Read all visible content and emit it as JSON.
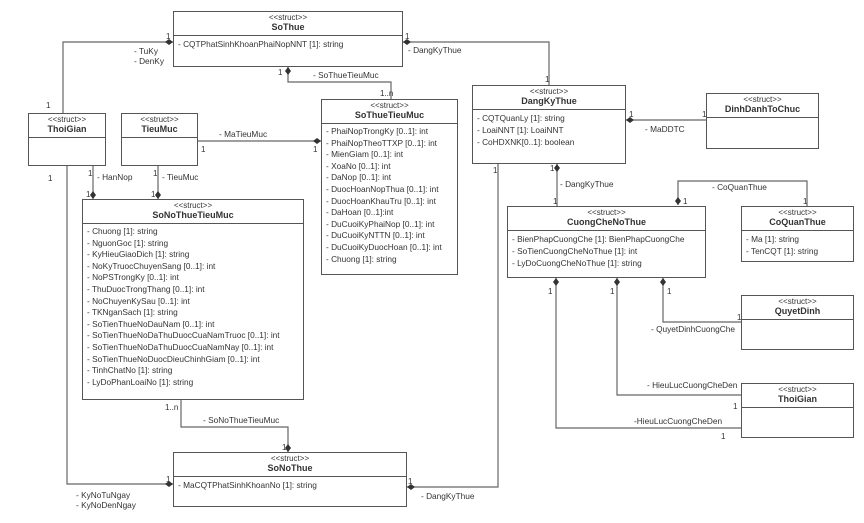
{
  "classes": {
    "SoThue": {
      "stereotype": "<<struct>>",
      "name": "SoThue",
      "attrs": [
        "- CQTPhatSinhKhoanPhaiNopNNT [1]: string"
      ]
    },
    "ThoiGian": {
      "stereotype": "<<struct>>",
      "name": "ThoiGian",
      "attrs": []
    },
    "TieuMuc": {
      "stereotype": "<<struct>>",
      "name": "TieuMuc",
      "attrs": []
    },
    "SoThueTieuMuc": {
      "stereotype": "<<struct>>",
      "name": "SoThueTieuMuc",
      "attrs": [
        "- PhaiNopTrongKy [0..1]: int",
        "- PhaiNopTheoTTXP [0..1]: int",
        "- MienGiam [0..1]: int",
        "- XoaNo [0..1]: int",
        "- DaNop [0..1]: int",
        "- DuocHoanNopThua [0..1]: int",
        "- DuocHoanKhauTru [0..1]: int",
        "- DaHoan [0..1]:int",
        "- DuCuoiKyPhaiNop [0..1]: int",
        "- DuCuoiKyNTTN [0..1]: int",
        "- DuCuoiKyDuocHoan [0..1]: int",
        "- Chuong [1]: string"
      ]
    },
    "SoNoThueTieuMuc": {
      "stereotype": "<<struct>>",
      "name": "SoNoThueTieuMuc",
      "attrs": [
        "- Chuong [1]: string",
        "- NguonGoc [1]: string",
        "- KyHieuGiaoDich [1]: string",
        "- NoKyTruocChuyenSang [0..1]: int",
        "- NoPSTrongKy [0..1]: int",
        "- ThuDuocTrongThang [0..1]: int",
        "- NoChuyenKySau [0..1]: int",
        "- TKNganSach [1]: string",
        "- SoTienThueNoDauNam [0..1]: int",
        "- SoTienThueNoDaThuDuocCuaNamTruoc [0..1]: int",
        "- SoTienThueNoDaThuDuocCuaNamNay [0..1]: int",
        "- SoTienThueNoDuocDieuChinhGiam [0..1]: int",
        "- TinhChatNo [1]: string",
        "- LyDoPhanLoaiNo [1]: string"
      ]
    },
    "SoNoThue": {
      "stereotype": "<<struct>>",
      "name": "SoNoThue",
      "attrs": [
        "- MaCQTPhatSinhKhoanNo [1]: string"
      ]
    },
    "DangKyThue": {
      "stereotype": "<<struct>>",
      "name": "DangKyThue",
      "attrs": [
        "- CQTQuanLy [1]: string",
        "- LoaiNNT [1]: LoaiNNT",
        "- CoHDXNK[0..1]: boolean"
      ]
    },
    "DinhDanhToChuc": {
      "stereotype": "<<struct>>",
      "name": "DinhDanhToChuc",
      "attrs": []
    },
    "CuongCheNoThue": {
      "stereotype": "<<struct>>",
      "name": "CuongCheNoThue",
      "attrs": [
        "- BienPhapCuongChe [1]: BienPhapCuongChe",
        "- SoTienCuongCheNoThue [1]: int",
        "- LyDoCuongCheNoThue [1]: string"
      ]
    },
    "CoQuanThue": {
      "stereotype": "<<struct>>",
      "name": "CoQuanThue",
      "attrs": [
        "- Ma [1]: string",
        "- TenCQT [1]: string"
      ]
    },
    "QuyetDinh": {
      "stereotype": "<<struct>>",
      "name": "QuyetDinh",
      "attrs": []
    },
    "ThoiGian2": {
      "stereotype": "<<struct>>",
      "name": "ThoiGian",
      "attrs": []
    }
  },
  "roles": {
    "tuky": "- TuKy",
    "denky": "- DenKy",
    "dangkythue_top": "- DangKyThue",
    "sothuetieumuc": "- SoThueTieuMuc",
    "matieumuc": "- MaTieuMuc",
    "hannop": "- HanNop",
    "tieumuc": "- TieuMuc",
    "sonothuetieumuc": "- SoNoThueTieuMuc",
    "kynotungay": "- KyNoTuNgay",
    "kynodenngay": "- KyNoDenNgay",
    "dangkythue_bottom": "- DangKyThue",
    "maddtc": "- MaDDTC",
    "dangkythue_mid": "- DangKyThue",
    "coquanthue": "- CoQuanThue",
    "quyetdinhcuongche": "- QuyetDinhCuongChe",
    "hieuluc1": "- HieuLucCuongCheDen",
    "hieuluc2": "-HieuLucCuongCheDen"
  },
  "mult": {
    "one": "1",
    "many": "1..n"
  }
}
